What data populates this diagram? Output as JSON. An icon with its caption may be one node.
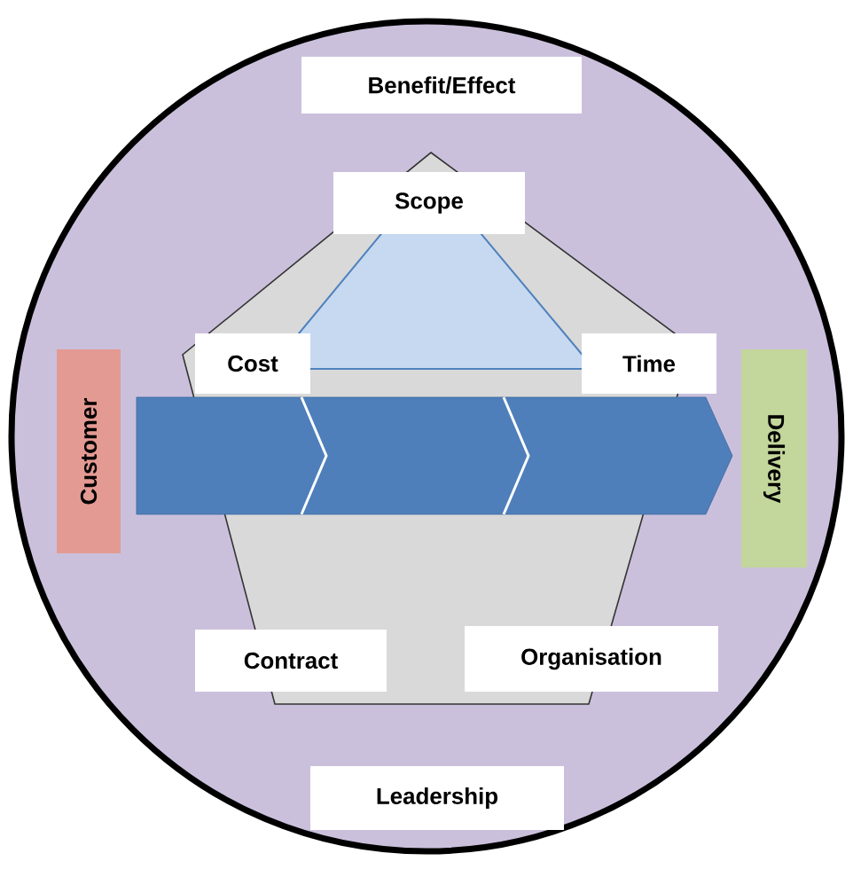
{
  "diagram": {
    "nodes": [
      {
        "text": [
          "Benefit/Effect"
        ]
      },
      {
        "text": [
          "Scope"
        ]
      },
      {
        "text": [
          "Cost"
        ]
      },
      {
        "text": [
          "Time"
        ]
      },
      {
        "text": [
          "Customer"
        ]
      },
      {
        "text": [
          "Delivery"
        ]
      },
      {
        "text": [
          "Contract"
        ]
      },
      {
        "text": [
          "Organisation"
        ]
      },
      {
        "text": [
          "Leadership"
        ]
      }
    ]
  }
}
